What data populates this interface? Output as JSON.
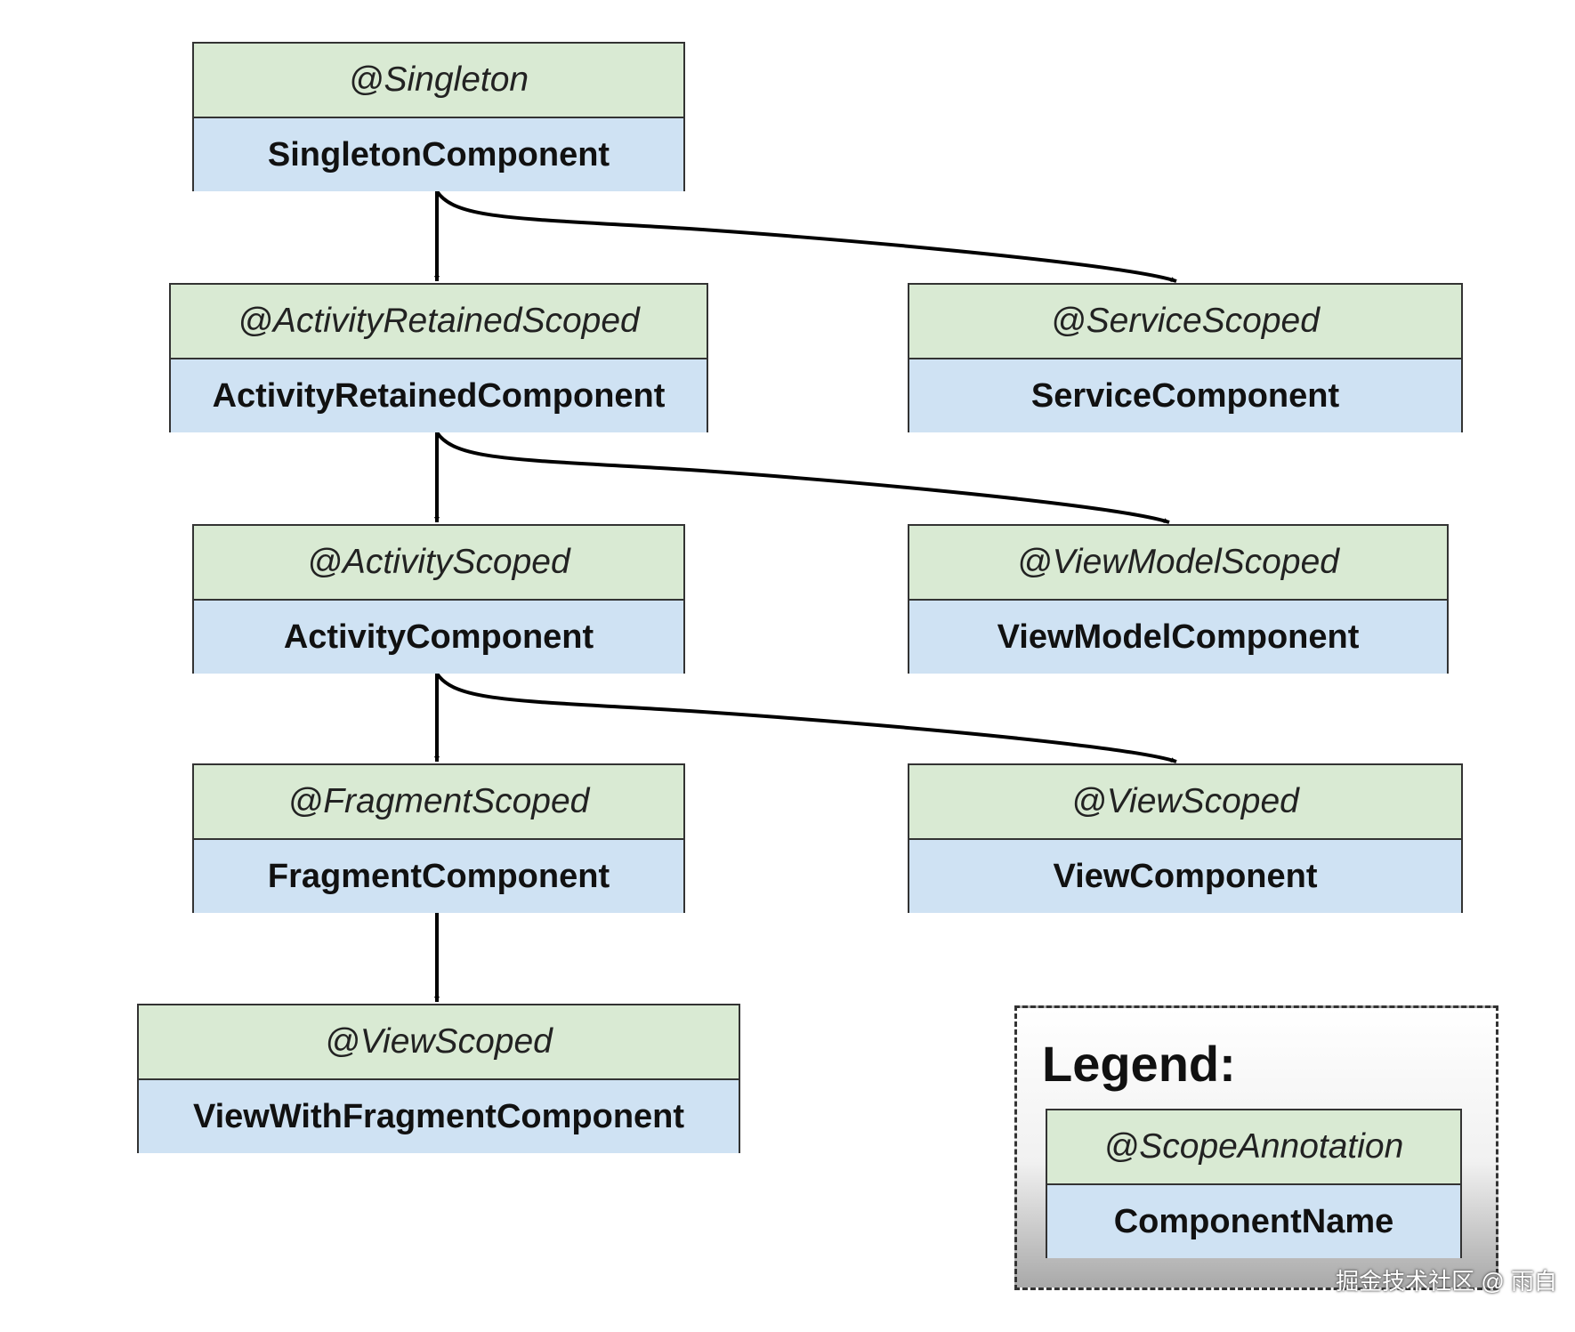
{
  "colors": {
    "scope_fill": "#d9ead3",
    "component_fill": "#cfe2f3",
    "border": "#333333",
    "edge": "#000000"
  },
  "nodes": [
    {
      "id": "singleton",
      "scope": "@Singleton",
      "component": "SingletonComponent"
    },
    {
      "id": "activity-retained",
      "scope": "@ActivityRetainedScoped",
      "component": "ActivityRetainedComponent"
    },
    {
      "id": "service",
      "scope": "@ServiceScoped",
      "component": "ServiceComponent"
    },
    {
      "id": "activity",
      "scope": "@ActivityScoped",
      "component": "ActivityComponent"
    },
    {
      "id": "viewmodel",
      "scope": "@ViewModelScoped",
      "component": "ViewModelComponent"
    },
    {
      "id": "fragment",
      "scope": "@FragmentScoped",
      "component": "FragmentComponent"
    },
    {
      "id": "view",
      "scope": "@ViewScoped",
      "component": "ViewComponent"
    },
    {
      "id": "view-with-fragment",
      "scope": "@ViewScoped",
      "component": "ViewWithFragmentComponent"
    }
  ],
  "edges": [
    {
      "from": "singleton",
      "to": "activity-retained"
    },
    {
      "from": "singleton",
      "to": "service"
    },
    {
      "from": "activity-retained",
      "to": "activity"
    },
    {
      "from": "activity-retained",
      "to": "viewmodel"
    },
    {
      "from": "activity",
      "to": "fragment"
    },
    {
      "from": "activity",
      "to": "view"
    },
    {
      "from": "fragment",
      "to": "view-with-fragment"
    }
  ],
  "legend": {
    "title": "Legend:",
    "scope": "@ScopeAnnotation",
    "component": "ComponentName"
  },
  "watermark": "掘金技术社区 @ 雨白"
}
